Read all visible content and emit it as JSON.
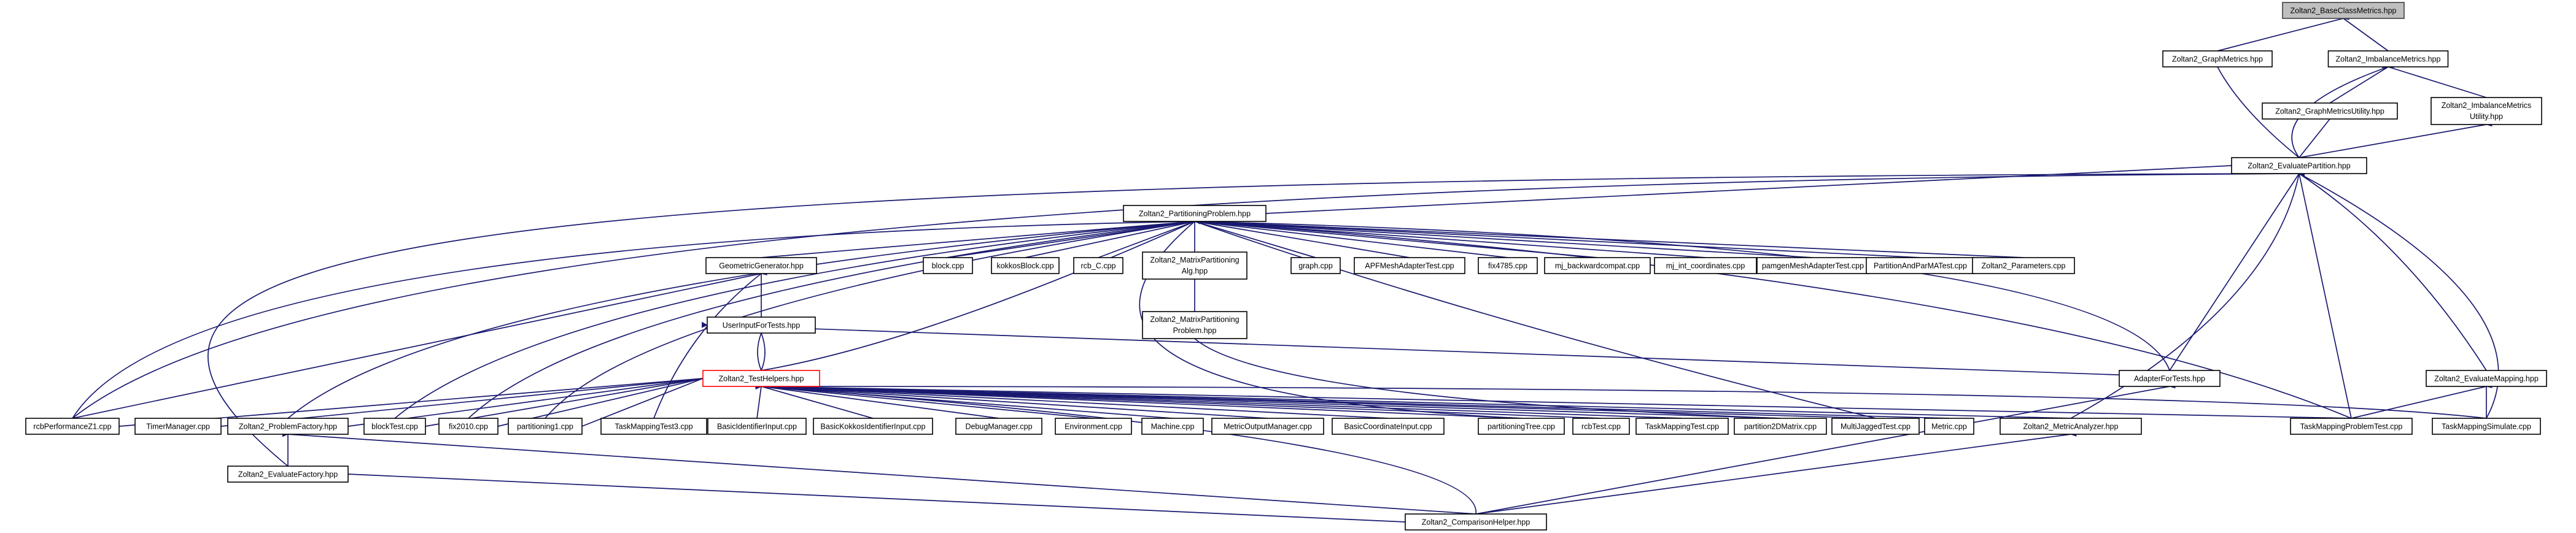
{
  "title": "",
  "colors": {
    "edge": "#191970",
    "root_fill": "#bfbfbf",
    "highlight_border": "#ff0000",
    "node_border": "#000000"
  },
  "nodes": {
    "root": "Zoltan2_BaseClassMetrics.hpp",
    "graph_metrics": "Zoltan2_GraphMetrics.hpp",
    "imbalance_metrics": "Zoltan2_ImbalanceMetrics.hpp",
    "graph_metrics_utility": "Zoltan2_GraphMetricsUtility.hpp",
    "imbalance_utility_1": "Zoltan2_ImbalanceMetrics",
    "imbalance_utility_2": "Utility.hpp",
    "evaluate_partition": "Zoltan2_EvaluatePartition.hpp",
    "partitioning_problem": "Zoltan2_PartitioningProblem.hpp",
    "geometric_generator": "GeometricGenerator.hpp",
    "block": "block.cpp",
    "kokkos_block": "kokkosBlock.cpp",
    "rcb_c": "rcb_C.cpp",
    "matrix_alg_1": "Zoltan2_MatrixPartitioning",
    "matrix_alg_2": "Alg.hpp",
    "graph": "graph.cpp",
    "apf_mesh": "APFMeshAdapterTest.cpp",
    "fix4785": "fix4785.cpp",
    "mj_backward": "mj_backwardcompat.cpp",
    "mj_int_coordinates": "mj_int_coordinates.cpp",
    "pamgen_mesh": "pamgenMeshAdapterTest.cpp",
    "partition_and_parma": "PartitionAndParMATest.cpp",
    "zoltan2_parameters": "Zoltan2_Parameters.cpp",
    "matrix_problem_1": "Zoltan2_MatrixPartitioning",
    "matrix_problem_2": "Problem.hpp",
    "user_input": "UserInputForTests.hpp",
    "test_helpers": "Zoltan2_TestHelpers.hpp",
    "adapter_for_tests": "AdapterForTests.hpp",
    "evaluate_mapping": "Zoltan2_EvaluateMapping.hpp",
    "rcb_performance": "rcbPerformanceZ1.cpp",
    "timer_manager": "TimerManager.cpp",
    "problem_factory": "Zoltan2_ProblemFactory.hpp",
    "block_test": "blockTest.cpp",
    "fix2010": "fix2010.cpp",
    "partitioning1": "partitioning1.cpp",
    "task_mapping_test3": "TaskMappingTest3.cpp",
    "basic_identifier": "BasicIdentifierInput.cpp",
    "basic_kokkos_identifier": "BasicKokkosIdentifierInput.cpp",
    "debug_manager": "DebugManager.cpp",
    "environment": "Environment.cpp",
    "machine": "Machine.cpp",
    "metric_output_manager": "MetricOutputManager.cpp",
    "basic_coordinate": "BasicCoordinateInput.cpp",
    "partitioning_tree": "partitioningTree.cpp",
    "rcb_test": "rcbTest.cpp",
    "task_mapping_test": "TaskMappingTest.cpp",
    "partition_2d_matrix": "partition2DMatrix.cpp",
    "multi_jagged_test": "MultiJaggedTest.cpp",
    "metric": "Metric.cpp",
    "metric_analyzer": "Zoltan2_MetricAnalyzer.hpp",
    "task_mapping_problem_test": "TaskMappingProblemTest.cpp",
    "task_mapping_simulate": "TaskMappingSimulate.cpp",
    "evaluate_factory": "Zoltan2_EvaluateFactory.hpp",
    "comparison_helper": "Zoltan2_ComparisonHelper.hpp"
  }
}
